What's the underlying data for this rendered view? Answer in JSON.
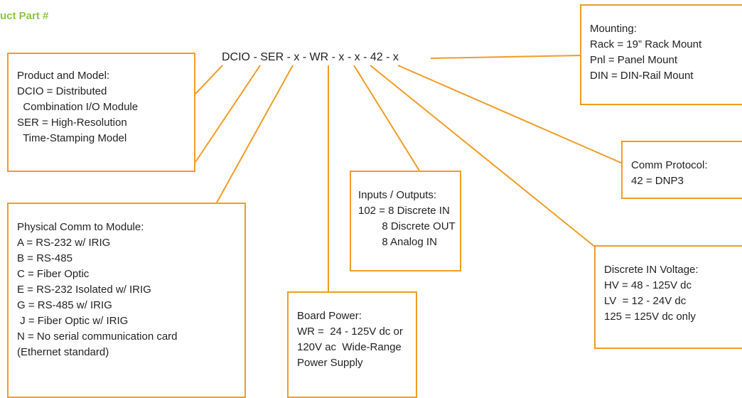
{
  "colors": {
    "accent": "#f29b26",
    "title": "#8cc63f",
    "text": "#231f20"
  },
  "title": "uct Part #",
  "part_number": "DCIO - SER - x - WR - x - x - 42 - x",
  "boxes": {
    "product_model": {
      "heading": "Product and Model:",
      "lines": [
        "DCIO = Distributed",
        "  Combination I/O Module",
        "SER = High-Resolution",
        "  Time-Stamping Model"
      ]
    },
    "physical_comm": {
      "heading": "Physical Comm to Module:",
      "lines": [
        "A = RS-232 w/ IRIG",
        "B = RS-485",
        "C = Fiber Optic",
        "E = RS-232 Isolated w/ IRIG",
        "G = RS-485 w/ IRIG",
        " J = Fiber Optic w/ IRIG",
        "N = No serial communication card",
        "(Ethernet standard)"
      ]
    },
    "board_power": {
      "heading": "Board Power:",
      "lines": [
        "WR =  24 - 125V dc or",
        "120V ac  Wide-Range",
        "Power Supply"
      ]
    },
    "inputs_outputs": {
      "heading": "Inputs / Outputs:",
      "lines": [
        "102 = 8 Discrete IN",
        "        8 Discrete OUT",
        "        8 Analog IN"
      ]
    },
    "discrete_voltage": {
      "heading": "Discrete IN Voltage:",
      "lines": [
        "HV = 48 - 125V dc",
        "LV  = 12 - 24V dc",
        "125 = 125V dc only"
      ]
    },
    "comm_protocol": {
      "heading": "Comm Protocol:",
      "lines": [
        "42 = DNP3"
      ]
    },
    "mounting": {
      "heading": "Mounting:",
      "lines": [
        "Rack = 19” Rack Mount",
        "Pnl = Panel Mount",
        "DIN = DIN-Rail Mount"
      ]
    }
  }
}
